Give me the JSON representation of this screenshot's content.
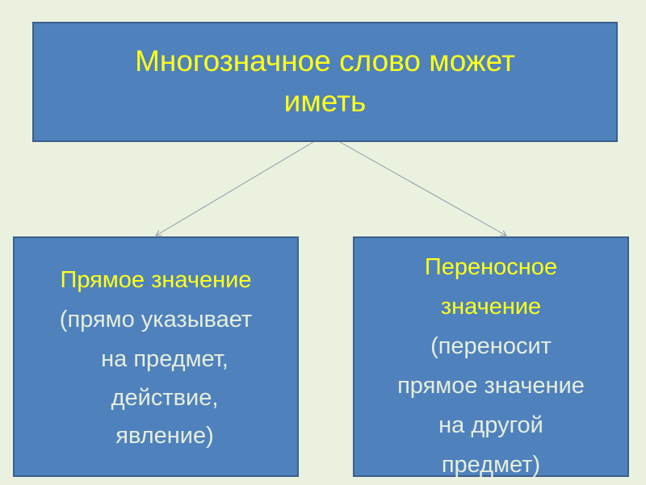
{
  "colors": {
    "background": "#ebf1df",
    "box_fill": "#4f81bd",
    "title_text": "#ffff1a",
    "body_text": "#e6eedb"
  },
  "root": {
    "lines": [
      "Многозначное слово может",
      "иметь"
    ]
  },
  "left": {
    "heading": "Прямое значение",
    "lines": [
      "(прямо указывает",
      "на предмет,",
      "действие,",
      "явление)"
    ]
  },
  "right": {
    "heading_lines": [
      "Переносное",
      "значение"
    ],
    "lines": [
      "(переносит",
      "прямое значение",
      "на другой",
      "предмет)"
    ]
  }
}
